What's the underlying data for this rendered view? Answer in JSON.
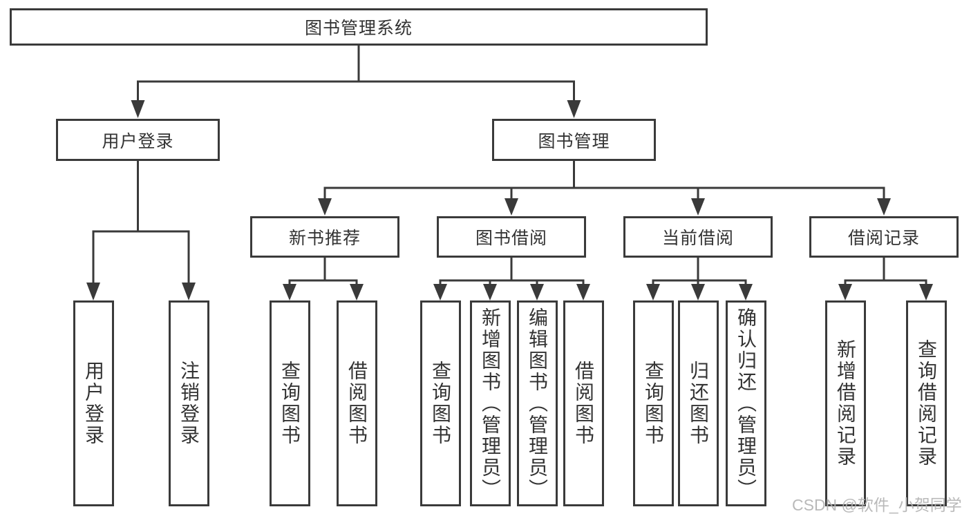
{
  "tree": {
    "root": {
      "label": "图书管理系统"
    },
    "children": [
      {
        "label": "用户登录",
        "children": [
          {
            "label": "用户登录"
          },
          {
            "label": "注销登录"
          }
        ]
      },
      {
        "label": "图书管理",
        "children": [
          {
            "label": "新书推荐",
            "children": [
              {
                "label": "查询图书"
              },
              {
                "label": "借阅图书"
              }
            ]
          },
          {
            "label": "图书借阅",
            "children": [
              {
                "label": "查询图书"
              },
              {
                "label": "新增图书（管理员）"
              },
              {
                "label": "编辑图书（管理员）"
              },
              {
                "label": "借阅图书"
              }
            ]
          },
          {
            "label": "当前借阅",
            "children": [
              {
                "label": "查询图书"
              },
              {
                "label": "归还图书"
              },
              {
                "label": "确认归还（管理员）"
              }
            ]
          },
          {
            "label": "借阅记录",
            "children": [
              {
                "label": "新增借阅记录"
              },
              {
                "label": "查询借阅记录"
              }
            ]
          }
        ]
      }
    ]
  },
  "watermark": "CSDN @软件_小贺同学",
  "colors": {
    "line": "#3a3a3a",
    "text": "#333333",
    "background": "#ffffff",
    "watermark": "#b2b2b2"
  }
}
